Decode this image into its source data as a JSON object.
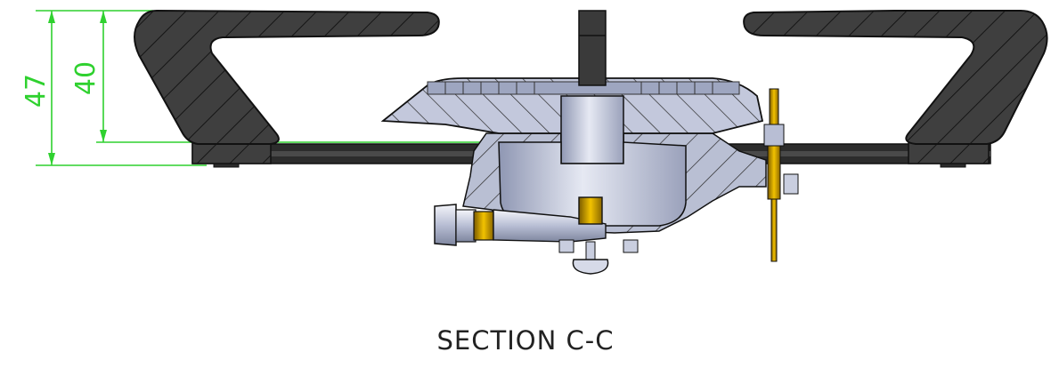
{
  "drawing": {
    "caption": "SECTION C-C",
    "dimensions": [
      {
        "label": "47"
      },
      {
        "label": "40"
      }
    ],
    "colors": {
      "dimension": "#2fd12f",
      "section_fill": "#3a3a3a",
      "hatch": "#1c1c1c",
      "metal_light": "#cfd4e6",
      "metal_mid": "#a9b0c8",
      "brass": "#d9a400",
      "outline": "#111111"
    }
  }
}
